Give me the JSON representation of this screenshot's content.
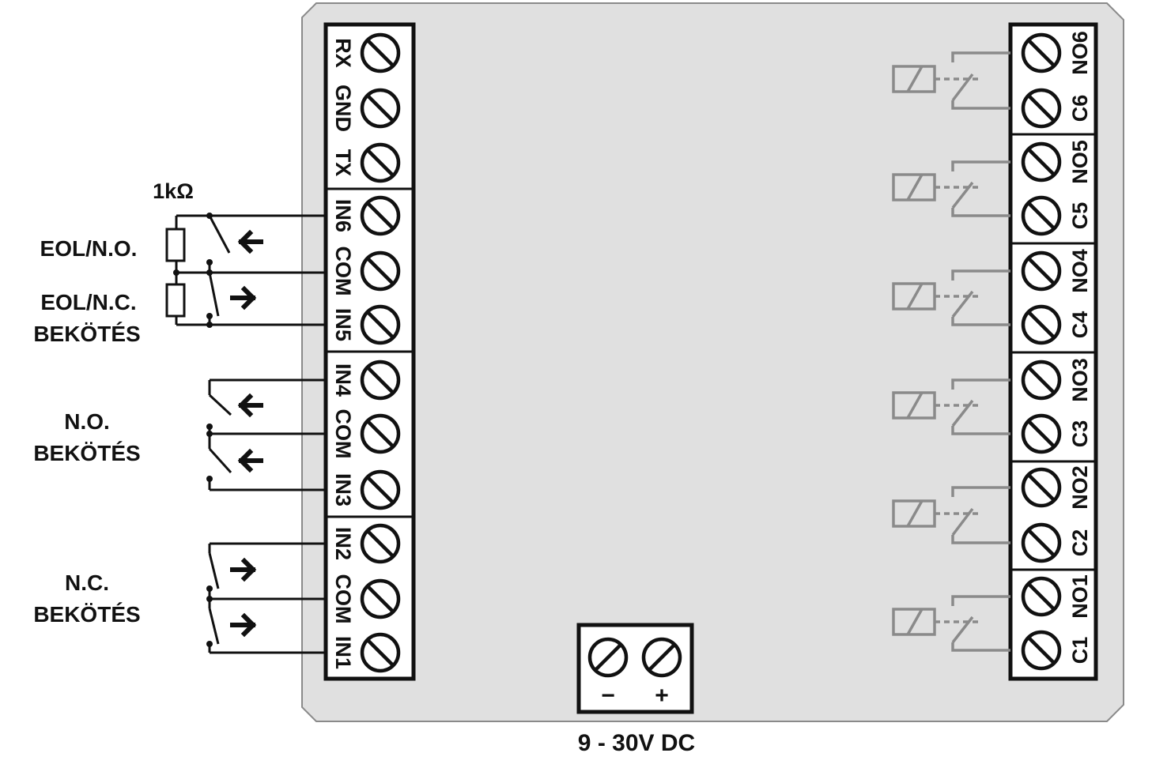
{
  "left_terminals": [
    "RX",
    "GND",
    "TX",
    "IN6",
    "COM",
    "IN5",
    "IN4",
    "COM",
    "IN3",
    "IN2",
    "COM",
    "IN1"
  ],
  "right_terminals": [
    "NO6",
    "C6",
    "NO5",
    "C5",
    "NO4",
    "C4",
    "NO3",
    "C3",
    "NO2",
    "C2",
    "NO1",
    "C1"
  ],
  "power": {
    "minus": "−",
    "plus": "+",
    "label": "9 - 30V DC"
  },
  "wiring_labels": {
    "resistor": "1kΩ",
    "eol_no": "EOL/N.O.",
    "eol_nc_line1": "EOL/N.C.",
    "eol_nc_line2": "BEKÖTÉS",
    "no_line1": "N.O.",
    "no_line2": "BEKÖTÉS",
    "nc_line1": "N.C.",
    "nc_line2": "BEKÖTÉS"
  },
  "colors": {
    "board": "#e0e0e0",
    "relay": "#8a8a8a",
    "ink": "#111111"
  }
}
